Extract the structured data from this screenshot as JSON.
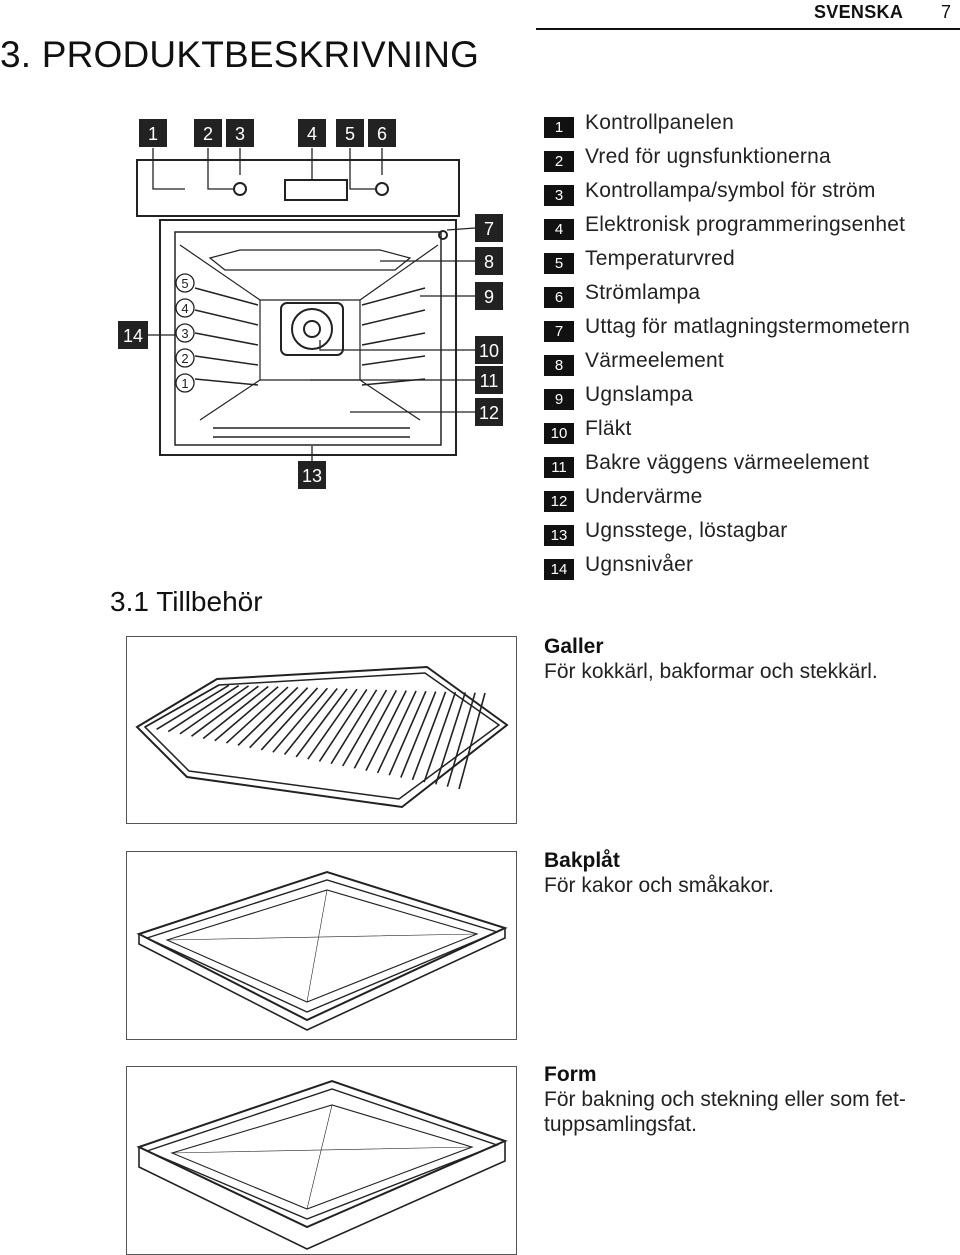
{
  "header": {
    "language": "SVENSKA",
    "page_number": "7"
  },
  "section_title": "3. PRODUKTBESKRIVNING",
  "oven_callouts": {
    "top": [
      "1",
      "2",
      "3",
      "4",
      "5",
      "6"
    ],
    "right": [
      "7",
      "8",
      "9",
      "10",
      "11",
      "12"
    ],
    "bottom": "13",
    "left": "14",
    "shelf_levels": [
      "5",
      "4",
      "3",
      "2",
      "1"
    ]
  },
  "legend": [
    {
      "num": "1",
      "label": "Kontrollpanelen"
    },
    {
      "num": "2",
      "label": "Vred för ugnsfunktionerna"
    },
    {
      "num": "3",
      "label": "Kontrollampa/symbol för ström"
    },
    {
      "num": "4",
      "label": "Elektronisk programmeringsenhet"
    },
    {
      "num": "5",
      "label": "Temperaturvred"
    },
    {
      "num": "6",
      "label": "Strömlampa"
    },
    {
      "num": "7",
      "label": "Uttag för matlagningstermometern"
    },
    {
      "num": "8",
      "label": "Värmeelement"
    },
    {
      "num": "9",
      "label": "Ugnslampa"
    },
    {
      "num": "10",
      "label": "Fläkt"
    },
    {
      "num": "11",
      "label": "Bakre väggens värmeelement"
    },
    {
      "num": "12",
      "label": "Undervärme"
    },
    {
      "num": "13",
      "label": "Ugnsstege, löstagbar"
    },
    {
      "num": "14",
      "label": "Ugnsnivåer"
    }
  ],
  "subsection_title": "3.1 Tillbehör",
  "accessories": [
    {
      "name": "Galler",
      "description": "För kokkärl, bakformar och stekkärl."
    },
    {
      "name": "Bakplåt",
      "description": "För kakor och småkakor."
    },
    {
      "name": "Form",
      "description_line1": "För bakning och stekning eller som fet-",
      "description_line2": "tuppsamlingsfat."
    }
  ]
}
